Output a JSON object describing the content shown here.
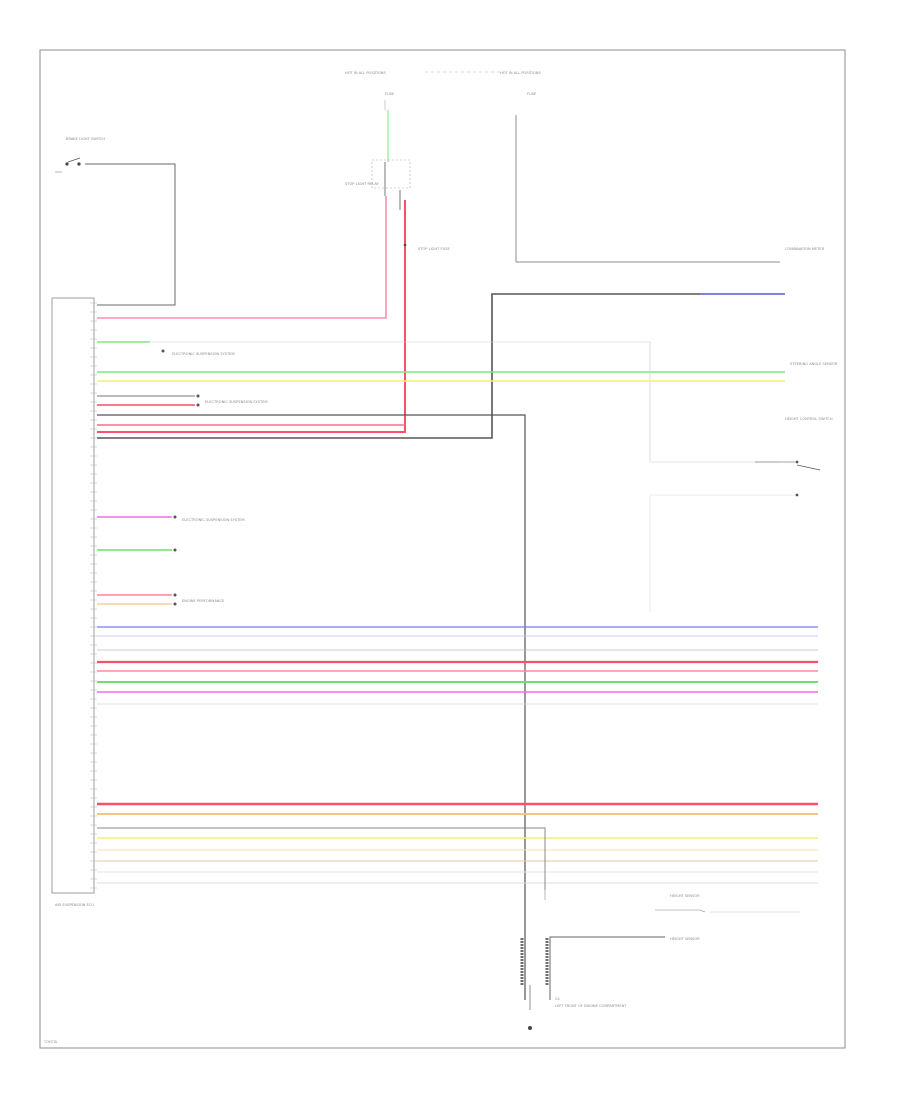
{
  "header": {
    "left_connector": "HOT IN ALL POSITIONS",
    "right_connector": "HOT IN ALL POSITIONS"
  },
  "labels": {
    "brake_light_switch_top": "BRAKE LIGHT SWITCH",
    "fuse_top": "FUSE",
    "fuse_top_right": "FUSE",
    "stop_light_relay": "STOP LIGHT RELAY",
    "stop_light_fuse": "STOP LIGHT FUSE",
    "combination_meter": "COMBINATION METER",
    "electronic_ref": "ELECTRONIC SUSPENSION SYSTEM",
    "ecu_name": "AIR SUSPENSION ECU",
    "steering_sensor": "STEERING ANGLE SENSOR",
    "height_switch": "HEIGHT CONTROL SWITCH",
    "suspension_ref_1": "ELECTRONIC SUSPENSION SYSTEM",
    "suspension_ref_2": "ELECTRONIC SUSPENSION SYSTEM",
    "engine_ref": "ENGINE PERFORMANCE",
    "height_sensor_rear": "HEIGHT SENSOR",
    "height_sensor_front": "HEIGHT SENSOR",
    "ground_label": "G1",
    "ground_text": "LEFT FRONT OF ENGINE COMPARTMENT",
    "page_footer": "TOYOTA"
  },
  "colors": {
    "red": "#ff6b8a",
    "red_dark": "#ff4d6d",
    "green": "#6de06d",
    "yellow": "#f3f070",
    "blue": "#7b7bf0",
    "magenta": "#f06ef0",
    "orange": "#f5c38a",
    "gray": "#6e6e6e",
    "black": "#333333"
  }
}
